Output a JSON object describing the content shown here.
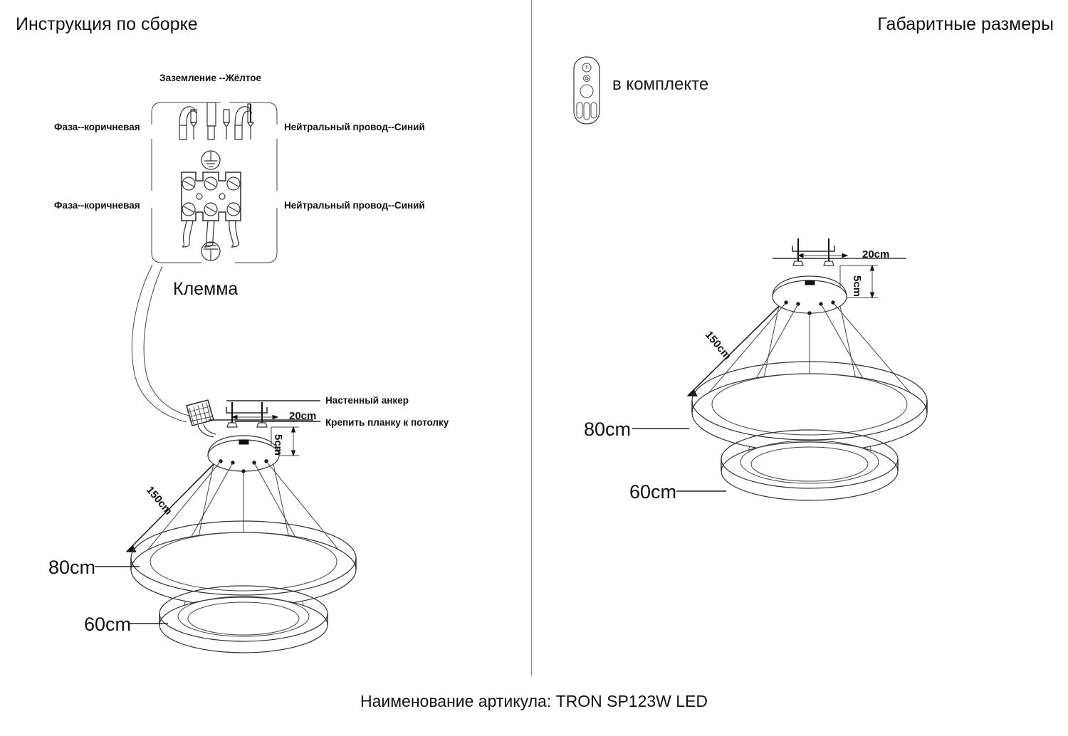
{
  "document": {
    "caption": "Наименование артикула: TRON SP123W LED"
  },
  "panels": {
    "left": {
      "title": "Инструкция по сборке",
      "wiring": {
        "ground_label": "Заземление --Жёлтое",
        "live_label_top": "Фаза--коричневая",
        "live_label_bottom": "Фаза--коричневая",
        "neutral_label_top": "Нейтральный провод--Синий",
        "neutral_label_bottom": "Нейтральный провод--Синий",
        "terminal_label": "Клемма"
      },
      "mount": {
        "anchor_label": "Настенный анкер",
        "bracket_label": "Крепить планку к потолку",
        "span": "20cm",
        "drop": "5cm"
      },
      "lamp": {
        "cable_length": "150cm",
        "outer_ring": "80cm",
        "inner_ring": "60cm"
      }
    },
    "right": {
      "title": "Габаритные размеры",
      "remote": {
        "included_label": "в комплекте",
        "icon": "remote-control-icon"
      },
      "mount": {
        "span": "20cm",
        "drop": "5cm"
      },
      "lamp": {
        "cable_length": "150cm",
        "outer_ring": "80cm",
        "inner_ring": "60cm"
      }
    }
  },
  "colors": {
    "ink": "#1a1a1a",
    "line": "#333333",
    "divider": "#8a8a8a",
    "background": "#ffffff"
  }
}
